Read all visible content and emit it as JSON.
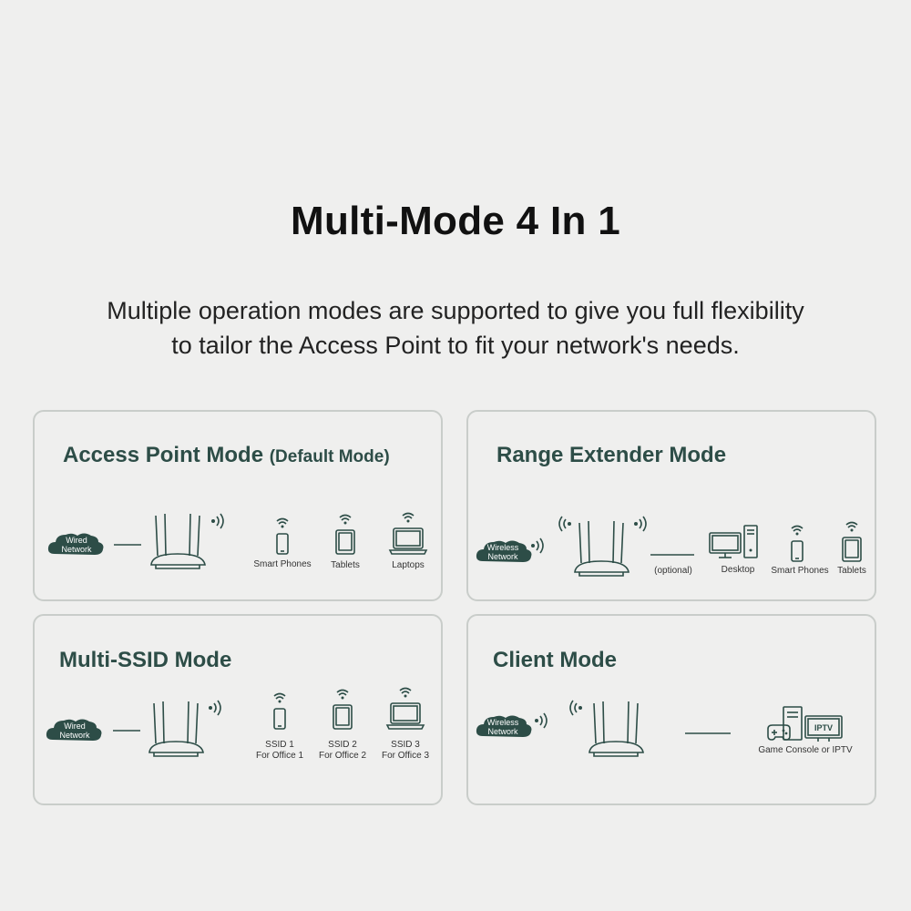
{
  "title": "Multi-Mode 4 In 1",
  "subtitle_line1": "Multiple operation modes are supported to give you full flexibility",
  "subtitle_line2": "to tailor the Access Point to fit your network's needs.",
  "colors": {
    "accent": "#2d4d47",
    "background": "#efefee",
    "border": "#c9cdca"
  },
  "access_point_mode": {
    "title": "Access Point Mode",
    "title_suffix": "(Default Mode)",
    "source_line1": "Wired",
    "source_line2": "Network",
    "devices": [
      "Smart Phones",
      "Tablets",
      "Laptops"
    ]
  },
  "range_extender_mode": {
    "title": "Range Extender Mode",
    "source_line1": "Wireless",
    "source_line2": "Network",
    "link_label": "(optional)",
    "devices": [
      "Desktop",
      "Smart Phones",
      "Tablets"
    ]
  },
  "multi_ssid_mode": {
    "title": "Multi-SSID Mode",
    "source_line1": "Wired",
    "source_line2": "Network",
    "ssids": [
      {
        "line1": "SSID 1",
        "line2": "For Office 1"
      },
      {
        "line1": "SSID 2",
        "line2": "For Office 2"
      },
      {
        "line1": "SSID 3",
        "line2": "For Office 3"
      }
    ]
  },
  "client_mode": {
    "title": "Client Mode",
    "source_line1": "Wireless",
    "source_line2": "Network",
    "device_label": "Game Console or IPTV",
    "iptv_label": "IPTV"
  }
}
